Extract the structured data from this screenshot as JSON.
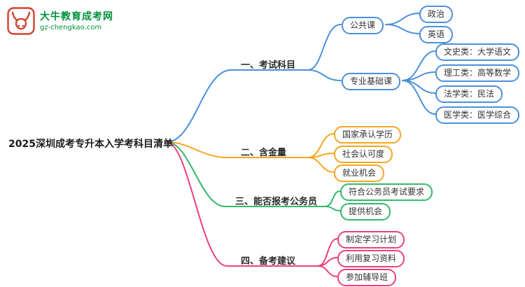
{
  "logo": {
    "site_name": "大牛教育成考网",
    "site_url": "gz-chengkao.com"
  },
  "palette": {
    "branch_exam_subjects": "#4a90d9",
    "branch_value": "#f5a623",
    "branch_civil_service": "#35b86b",
    "branch_preparation": "#ed3f7b",
    "logo_green": "#00913a",
    "logo_red": "#d2402e",
    "text": "#333333"
  },
  "root": {
    "label": "2025深圳成考专升本入学考科目清单"
  },
  "branches": [
    {
      "label": "一、考试科目",
      "color": "#4a90d9",
      "children": [
        {
          "label": "公共课",
          "children": [
            {
              "label": "政治"
            },
            {
              "label": "英语"
            }
          ]
        },
        {
          "label": "专业基础课",
          "children": [
            {
              "label": "文史类：大学语文"
            },
            {
              "label": "理工类：高等数学"
            },
            {
              "label": "法学类：民法"
            },
            {
              "label": "医学类：医学综合"
            }
          ]
        }
      ]
    },
    {
      "label": "二、含金量",
      "color": "#f5a623",
      "children": [
        {
          "label": "国家承认学历"
        },
        {
          "label": "社会认可度"
        },
        {
          "label": "就业机会"
        }
      ]
    },
    {
      "label": "三、能否报考公务员",
      "color": "#35b86b",
      "children": [
        {
          "label": "符合公务员考试要求"
        },
        {
          "label": "提供机会"
        }
      ]
    },
    {
      "label": "四、备考建议",
      "color": "#ed3f7b",
      "children": [
        {
          "label": "制定学习计划"
        },
        {
          "label": "利用复习资料"
        },
        {
          "label": "参加辅导班"
        }
      ]
    }
  ]
}
